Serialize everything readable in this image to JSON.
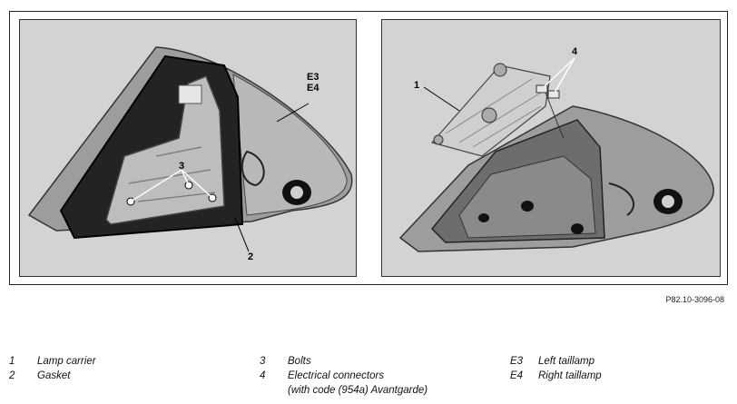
{
  "figure": {
    "reference": "P82.10-3096-08",
    "left_panel": {
      "callout_e3": "E3",
      "callout_e4": "E4",
      "callout_3": "3",
      "callout_2": "2"
    },
    "right_panel": {
      "callout_1": "1",
      "callout_4": "4"
    }
  },
  "legend": {
    "col1": [
      {
        "num": "1",
        "text": "Lamp carrier"
      },
      {
        "num": "2",
        "text": "Gasket"
      }
    ],
    "col2": [
      {
        "num": "3",
        "text": "Bolts"
      },
      {
        "num": "4",
        "text": "Electrical connectors",
        "sub": "(with code (954a) Avantgarde)"
      }
    ],
    "col3": [
      {
        "num": "E3",
        "text": "Left taillamp"
      },
      {
        "num": "E4",
        "text": "Right taillamp"
      }
    ]
  }
}
